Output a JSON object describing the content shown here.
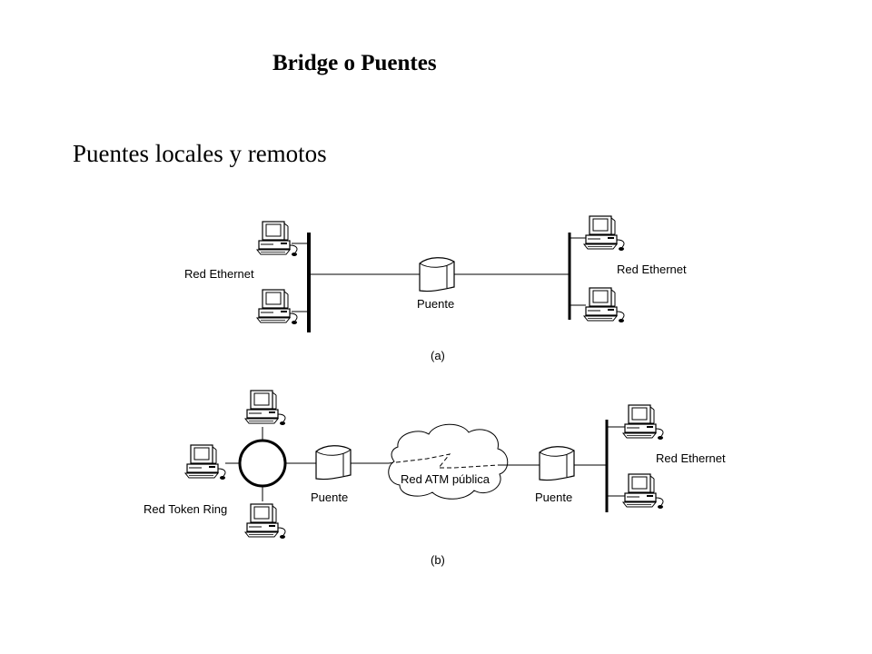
{
  "title": "Bridge o Puentes",
  "subtitle": "Puentes locales y remotos",
  "diagram_a": {
    "left_net_label": "Red Ethernet",
    "right_net_label": "Red Ethernet",
    "bridge_label": "Puente",
    "caption": "(a)"
  },
  "diagram_b": {
    "ring_label": "Red Token Ring",
    "left_bridge_label": "Puente",
    "cloud_label": "Red ATM pública",
    "right_bridge_label": "Puente",
    "right_net_label": "Red Ethernet",
    "caption": "(b)"
  }
}
